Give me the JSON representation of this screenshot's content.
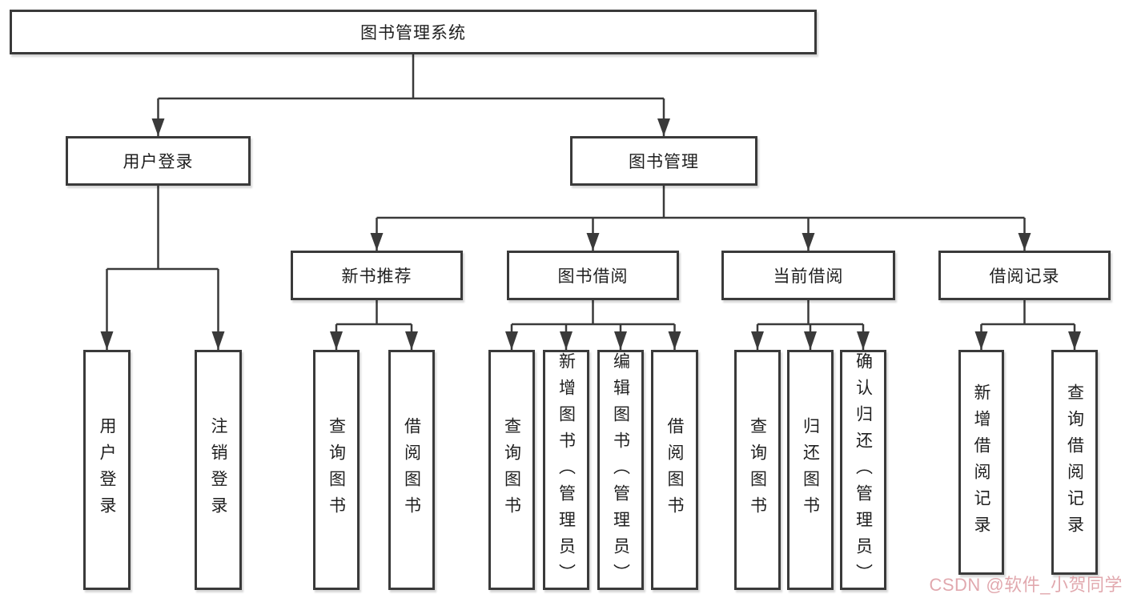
{
  "nodes": {
    "root": "图书管理系统",
    "user_login": "用户登录",
    "book_mgmt": "图书管理",
    "new_book_rec": "新书推荐",
    "book_borrow": "图书借阅",
    "current_borrow": "当前借阅",
    "borrow_record": "借阅记录",
    "leaf_user_login": "用户登录",
    "leaf_logout": "注销登录",
    "leaf_query_book_rec": "查询图书",
    "leaf_borrow_book_rec": "借阅图书",
    "leaf_query_book_borrow": "查询图书",
    "leaf_add_book": "新增图书（管理员）",
    "leaf_edit_book": "编辑图书（管理员）",
    "leaf_borrow_book": "借阅图书",
    "leaf_query_book_current": "查询图书",
    "leaf_return_book": "归还图书",
    "leaf_confirm_return": "确认归还（管理员）",
    "leaf_add_borrow_record": "新增借阅记录",
    "leaf_query_borrow_record": "查询借阅记录"
  },
  "watermark": {
    "text": "CSDN @软件_小贺同学",
    "color": "#dfa3aa"
  },
  "colors": {
    "line": "#3a3a3a",
    "box_border": "#3a3a3a",
    "box_fill": "#ffffff",
    "text": "#1f1f1f",
    "background": "#ffffff"
  }
}
